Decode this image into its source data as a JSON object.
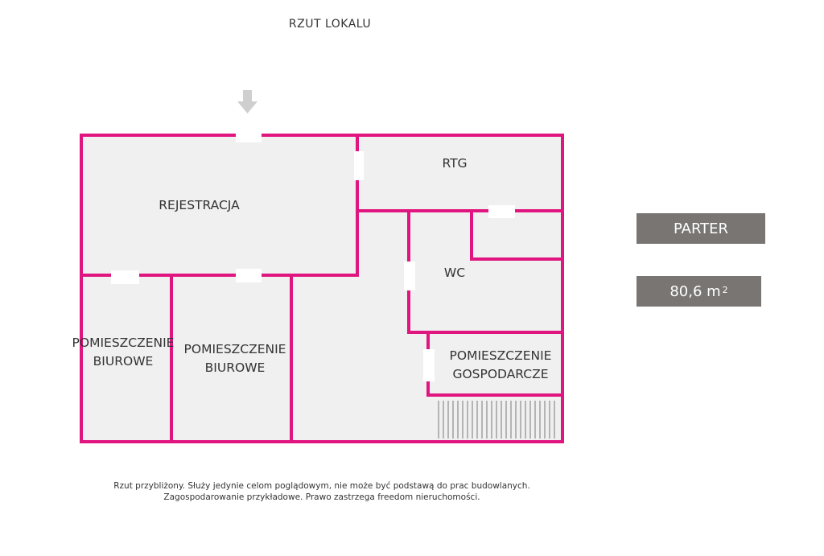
{
  "header": {
    "title": "RZUT LOKALU"
  },
  "rooms": {
    "rejestracja": "REJESTRACJA",
    "rtg": "RTG",
    "wc": "WC",
    "office1_line1": "POMIESZCZENIE",
    "office1_line2": "BIUROWE",
    "office2_line1": "POMIESZCZENIE",
    "office2_line2": "BIUROWE",
    "utility_line1": "POMIESZCZENIE",
    "utility_line2": "GOSPODARCZE"
  },
  "info": {
    "floor": "PARTER",
    "area_value": "80,6 m",
    "area_unit_sup": "2"
  },
  "disclaimer": {
    "line1": "Rzut przybliżony. Służy jedynie celom poglądowym, nie może być podstawą do prac budowlanych.",
    "line2": "Zagospodarowanie przykładowe. Prawo zastrzega freedom nieruchomości."
  },
  "colors": {
    "wall": "#e0157f",
    "floor": "#f0f0f1",
    "badge": "#787572",
    "arrow": "#cfcfcf"
  }
}
